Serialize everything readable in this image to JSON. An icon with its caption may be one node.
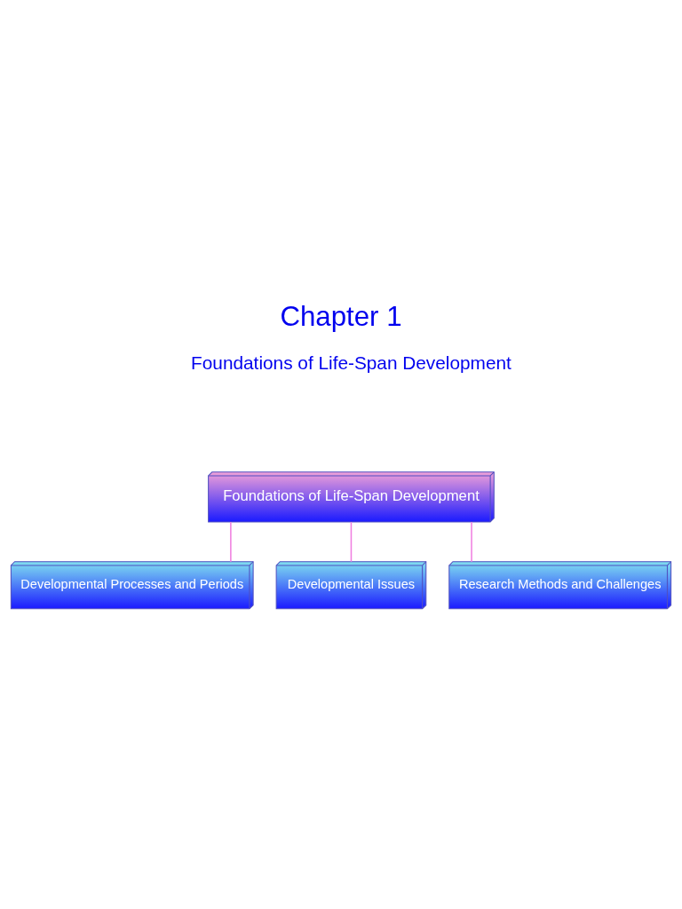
{
  "diagram": {
    "title": "Chapter 1",
    "nodes": [
      {
        "text": [
          "Foundations of Life-Span Development"
        ]
      },
      {
        "text": [
          "Developmental Processes and Periods"
        ]
      },
      {
        "text": [
          "Developmental Issues"
        ]
      },
      {
        "text": [
          "Research Methods and Challenges"
        ]
      }
    ],
    "edges": [
      {
        "from": 0,
        "to": 1,
        "arrow": "none"
      },
      {
        "from": 0,
        "to": 2,
        "arrow": "none"
      },
      {
        "from": 0,
        "to": 3,
        "arrow": "none"
      }
    ],
    "labels": [
      "Foundations of Life-Span Development"
    ]
  }
}
